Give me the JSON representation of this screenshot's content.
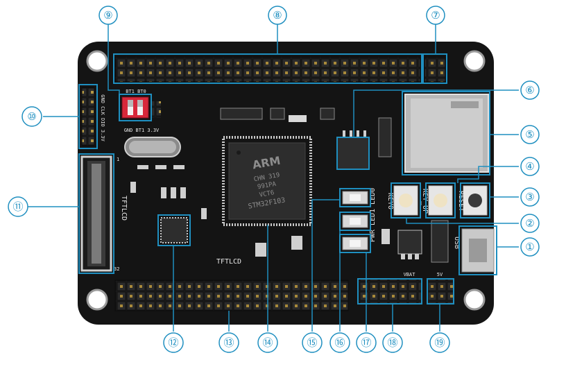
{
  "board": {
    "chip_brand": "ARM",
    "chip_marking_1": "STM32F103",
    "chip_marking_2": "VCT6",
    "chip_marking_3": "991PA",
    "chip_marking_4": "CHN 319",
    "silk_tftlcd_vertical": "TFTLCD",
    "silk_tftlcd_bottom": "TFTLCD",
    "silk_key0": "KEY0",
    "silk_key1": "KEY_UP",
    "silk_reset": "RESET",
    "silk_usb": "USB",
    "silk_pwr_led": "PWR LED1 LED0",
    "silk_swd": "GND CLK DIO 3.3V",
    "silk_boot_top": "BT1 BT0",
    "silk_boot_bottom": "GND BT1 3.3V",
    "silk_pin_one": "1",
    "silk_pin_32": "32",
    "silk_vbat": "VBAT",
    "silk_5v": "5V"
  },
  "colors": {
    "callout": "#1f8fc0",
    "pcb": "#151515",
    "header": "#2a2a2a",
    "dip_switch": "#d8283a"
  },
  "callouts": [
    "①",
    "②",
    "③",
    "④",
    "⑤",
    "⑥",
    "⑦",
    "⑧",
    "⑨",
    "⑩",
    "⑪",
    "⑫",
    "⑬",
    "⑭",
    "⑮",
    "⑯",
    "⑰",
    "⑱",
    "⑲"
  ]
}
